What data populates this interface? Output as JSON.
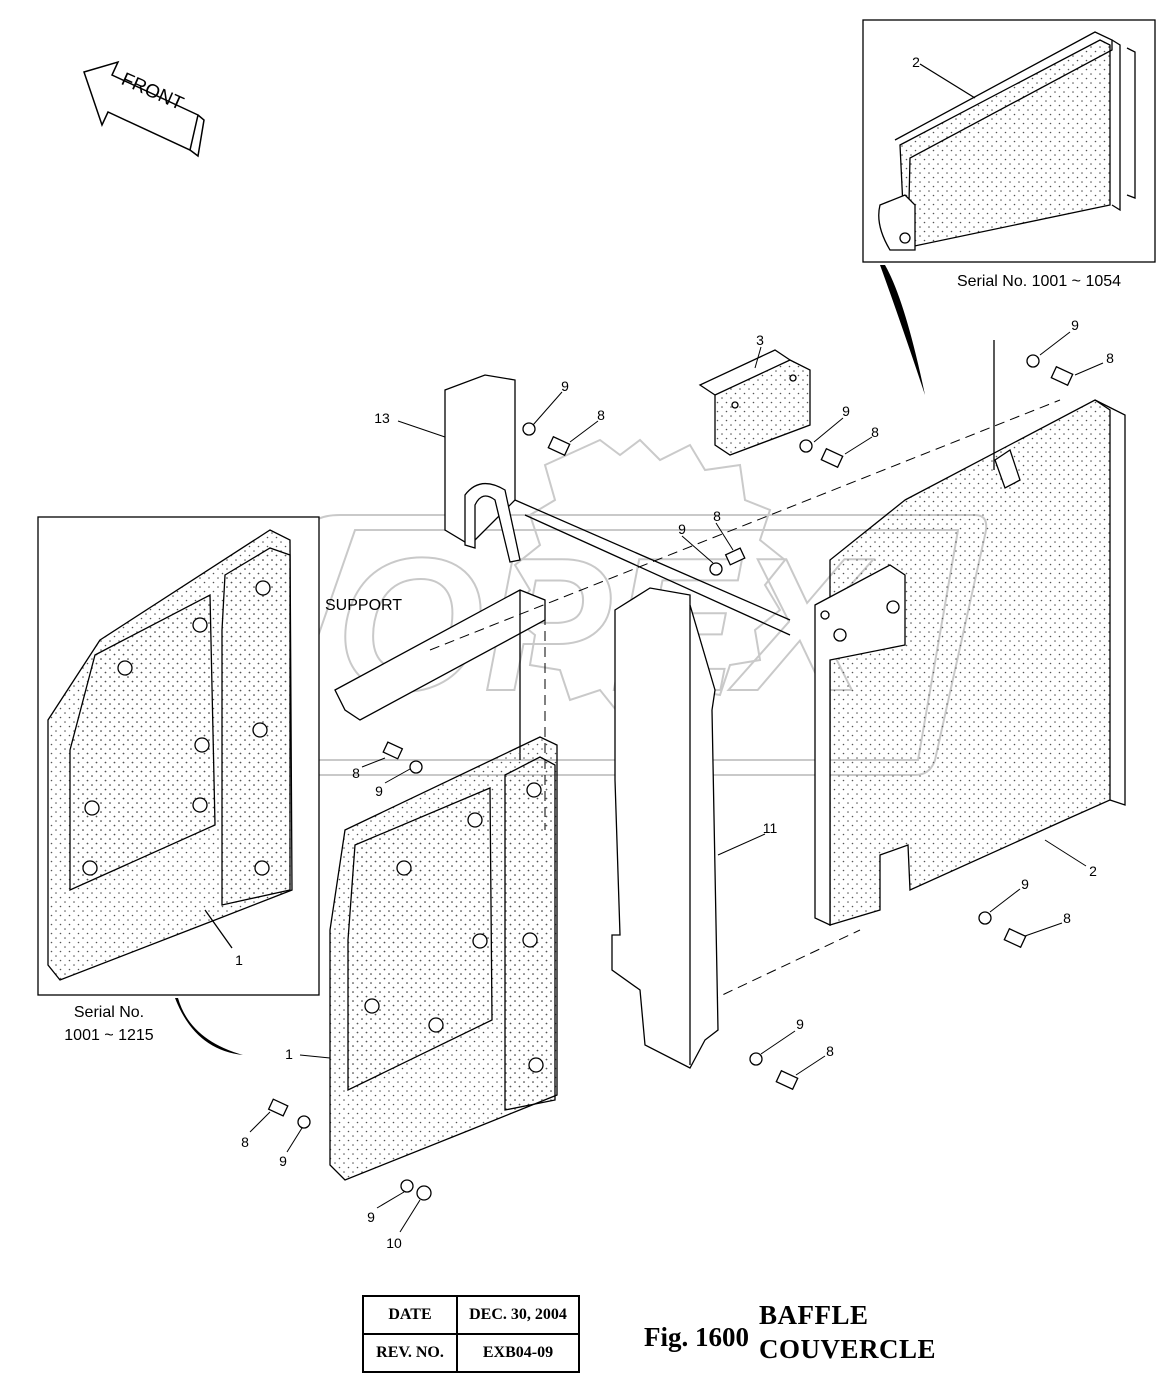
{
  "diagram": {
    "front_label": "FRONT",
    "support_label": "SUPPORT",
    "watermark": "OPEX",
    "inset_top": {
      "serial_note": "Serial No. 1001 ~ 1054"
    },
    "inset_left": {
      "serial_line1": "Serial No.",
      "serial_line2": "1001 ~ 1215"
    },
    "callouts": {
      "c2_inset": "2",
      "c9_a": "9",
      "c8_a": "8",
      "c3": "3",
      "c9_b": "9",
      "c8_b": "8",
      "c13": "13",
      "c9_c": "9",
      "c8_c": "8",
      "c9_d": "9",
      "c8_d": "8",
      "c8_e": "8",
      "c9_e": "9",
      "c1_inset": "1",
      "c11": "11",
      "c2_main": "2",
      "c9_f": "9",
      "c8_f": "8",
      "c1_main": "1",
      "c9_g": "9",
      "c8_g": "8",
      "c8_h": "8",
      "c9_h": "9",
      "c9_i": "9",
      "c10": "10"
    }
  },
  "title_block": {
    "date_label": "DATE",
    "date_value": "DEC. 30, 2004",
    "rev_label": "REV. NO.",
    "rev_value": "EXB04-09"
  },
  "figure": {
    "number": "Fig. 1600",
    "title_en": "BAFFLE",
    "title_fr": "COUVERCLE"
  }
}
